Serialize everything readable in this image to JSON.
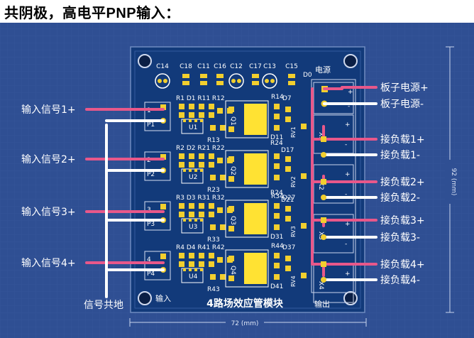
{
  "title": {
    "prefix": "共阴极，高电平",
    "bold": "PNP",
    "suffix": "输入："
  },
  "board": {
    "name": "4路场效应管模块",
    "input_label": "输入",
    "output_label": "输出",
    "power_label": "电源",
    "dim_width": "72 (mm)",
    "dim_height": "92 (mm)"
  },
  "components": {
    "caps": [
      "C14",
      "C18",
      "C11",
      "C16",
      "C12",
      "C17",
      "C13",
      "C15"
    ],
    "d0": "D0",
    "p1": "P1",
    "p2": "P2",
    "p3": "P3",
    "p4": "P4",
    "plus": "+",
    "minus": "-",
    "channels": [
      {
        "top": "R1 D1 R11 R12",
        "q": "Q1",
        "u": "U1",
        "r13": "R13",
        "r14": "R14",
        "d7": "D7",
        "d11": "D11",
        "r24": "R24",
        "rv": "RV1",
        "d17": "D17",
        "x": "X1",
        "pin": "1"
      },
      {
        "top": "R2 D2 R21 R22",
        "q": "Q2",
        "u": "U2",
        "r13": "R23",
        "r14": "",
        "d7": "",
        "d11": "",
        "r24": "R24",
        "rv": "RV2",
        "d17": "D21",
        "x": "X2",
        "pin": "2"
      },
      {
        "top": "R3 D3 R31 R32",
        "q": "Q3",
        "u": "U3",
        "r13": "R33",
        "r14": "R34",
        "d7": "D27",
        "d11": "D31",
        "r24": "",
        "rv": "RV3",
        "d17": "",
        "x": "X3",
        "pin": "3"
      },
      {
        "top": "R4 D4 R41 R42",
        "q": "Q4",
        "u": "U4",
        "r13": "R43",
        "r14": "R44",
        "d7": "D37",
        "d11": "D41",
        "r24": "",
        "rv": "RV4",
        "d17": "",
        "x": "X4",
        "pin": "4"
      }
    ]
  },
  "labels": {
    "left": [
      "输入信号1+",
      "输入信号2+",
      "输入信号3+",
      "输入信号4+"
    ],
    "ground": "信号共地",
    "right": [
      "板子电源+",
      "板子电源-",
      "接负载1+",
      "接负载1-",
      "接负载2+",
      "接负载2-",
      "接负载3+",
      "接负载3-",
      "接负载4+",
      "接负载4-"
    ]
  },
  "colors": {
    "background": "#2f4f93",
    "pcb": "#123a7a",
    "pcb_edge": "#6f8bc0",
    "pad": "#f2cf2e",
    "mosfet": "#ffe233",
    "silk": "#ffffff",
    "pink": "#e8588a",
    "wire_white": "#ffffff"
  }
}
